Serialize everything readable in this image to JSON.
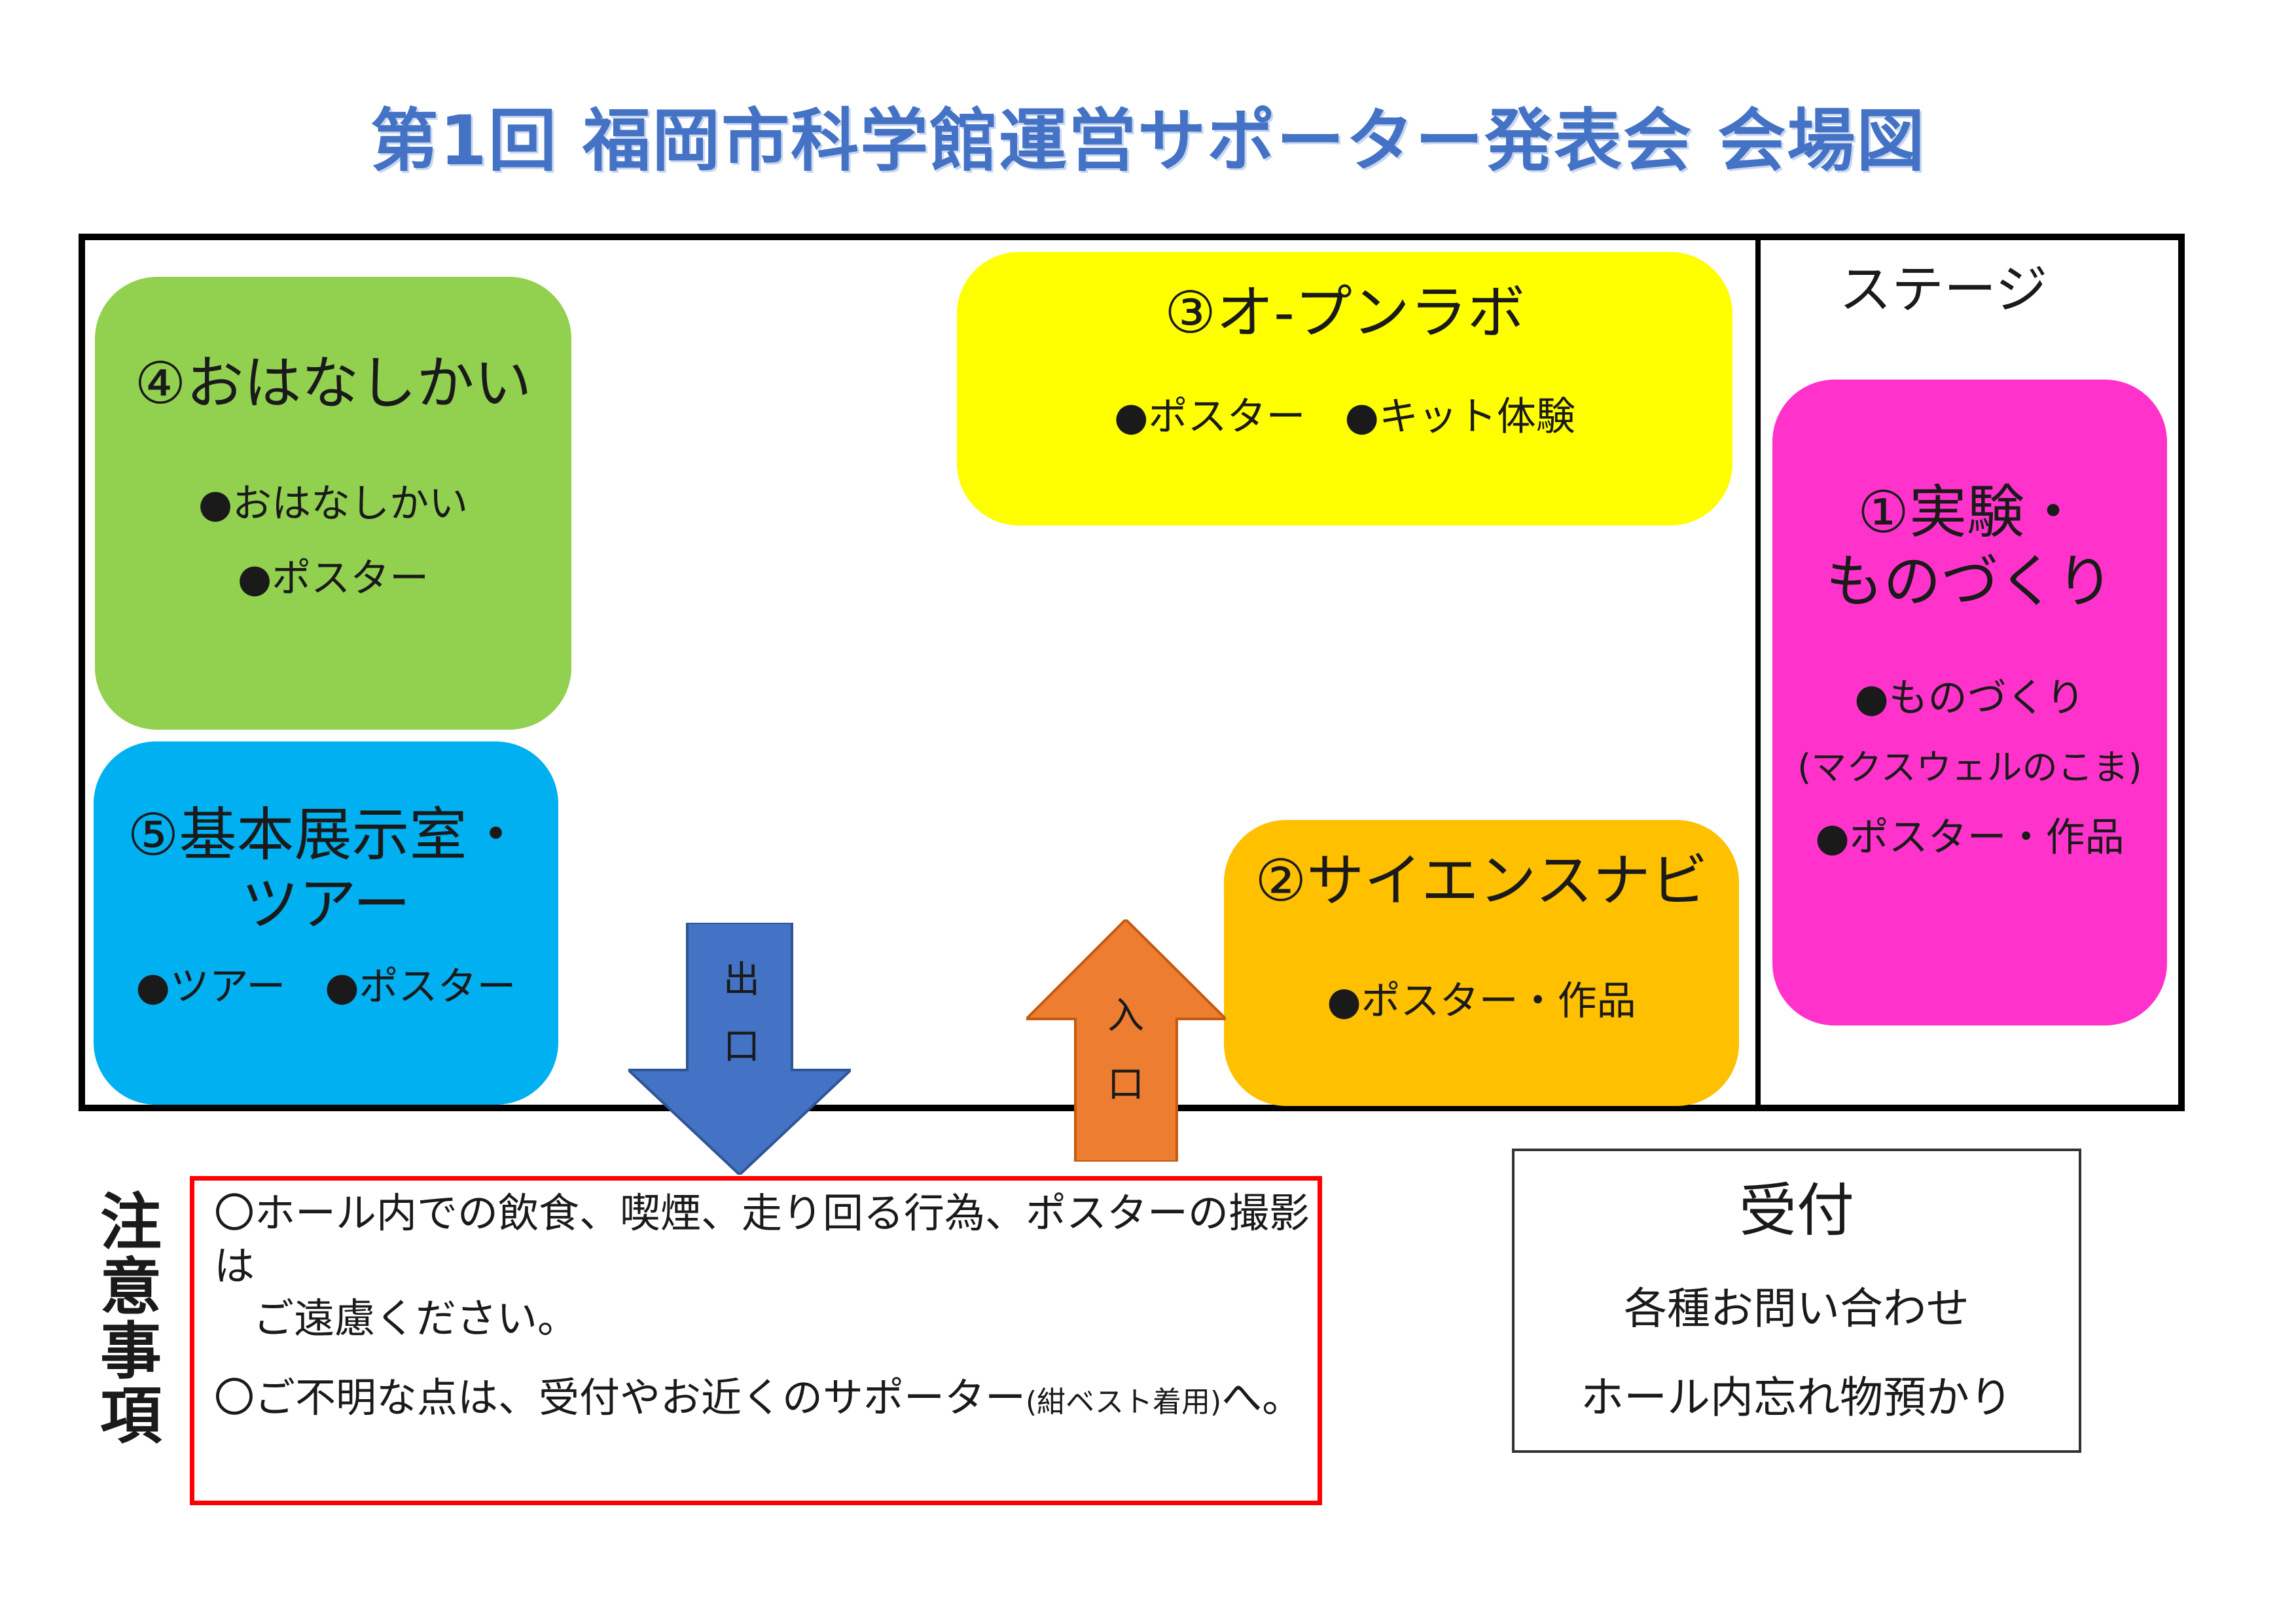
{
  "title": "第1回 福岡市科学館運営サポーター発表会 会場図",
  "stage_label": "ステージ",
  "zones": {
    "z4": {
      "title": "④おはなしかい",
      "items": [
        "●おはなしかい",
        "●ポスター"
      ],
      "color": "#92D050"
    },
    "z5": {
      "title_lines": [
        "⑤基本展示室・",
        "ツアー"
      ],
      "items": [
        "●ツアー　●ポスター"
      ],
      "color": "#00B0F0"
    },
    "z3": {
      "title": "③オ-プンラボ",
      "items": [
        "●ポスター　●キット体験"
      ],
      "color": "#FFFF00"
    },
    "z2": {
      "title": "②サイエンスナビ",
      "items": [
        "●ポスター・作品"
      ],
      "color": "#FFC000"
    },
    "z1": {
      "title_lines": [
        "①実験・",
        "ものづくり"
      ],
      "items": [
        "●ものづくり",
        "(マクスウェルのこま)",
        "●ポスター・作品"
      ],
      "color": "#FF33CC"
    }
  },
  "exit": {
    "chars": [
      "出",
      "口"
    ],
    "color": "#4472C4"
  },
  "entrance": {
    "chars": [
      "入",
      "口"
    ],
    "color": "#ED7D31"
  },
  "notice": {
    "heading_chars": [
      "注",
      "意",
      "事",
      "項"
    ],
    "line1a": "〇ホール内での飲食、喫煙、走り回る行為、ポスターの撮影は",
    "line1b": "ご遠慮ください。",
    "line2_main": "〇ご不明な点は、受付やお近くのサポーター",
    "line2_small": "(紺ベスト着用)",
    "line2_end": "へ。",
    "border_color": "#FF0000"
  },
  "reception": {
    "title": "受付",
    "items": [
      "各種お問い合わせ",
      "ホール内忘れ物預かり"
    ]
  }
}
